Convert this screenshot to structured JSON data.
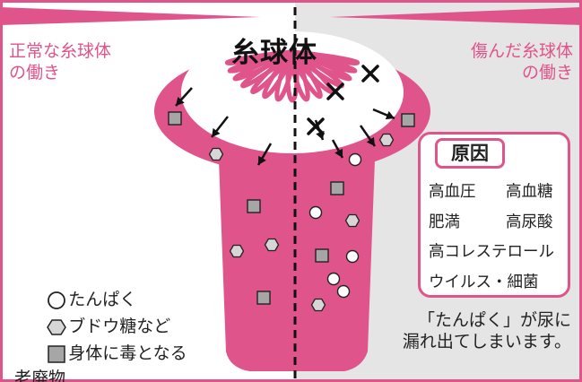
{
  "title": "糸球体",
  "healthy_label": "正常な糸球体\nの働き",
  "damaged_label": "傷んだ糸球体\nの働き",
  "cause": {
    "title": "原因",
    "items": [
      "高血圧",
      "高血糖",
      "肥満",
      "高尿酸",
      "高コレステロール",
      "ウイルス・細菌"
    ]
  },
  "legend": [
    {
      "symbol": "circle",
      "label": "たんぱく"
    },
    {
      "symbol": "hexagon",
      "label": "ブドウ糖など"
    },
    {
      "symbol": "square",
      "label": "身体に毒となる\n老廃物"
    }
  ],
  "note": "「たんぱく」が尿に\n漏れ出てしまいます。",
  "colors": {
    "pink": "#e0548c",
    "right_bg": "#e5e5e5",
    "square_fill": "#a6a6a6",
    "hexagon_fill": "#d6d6d6"
  }
}
